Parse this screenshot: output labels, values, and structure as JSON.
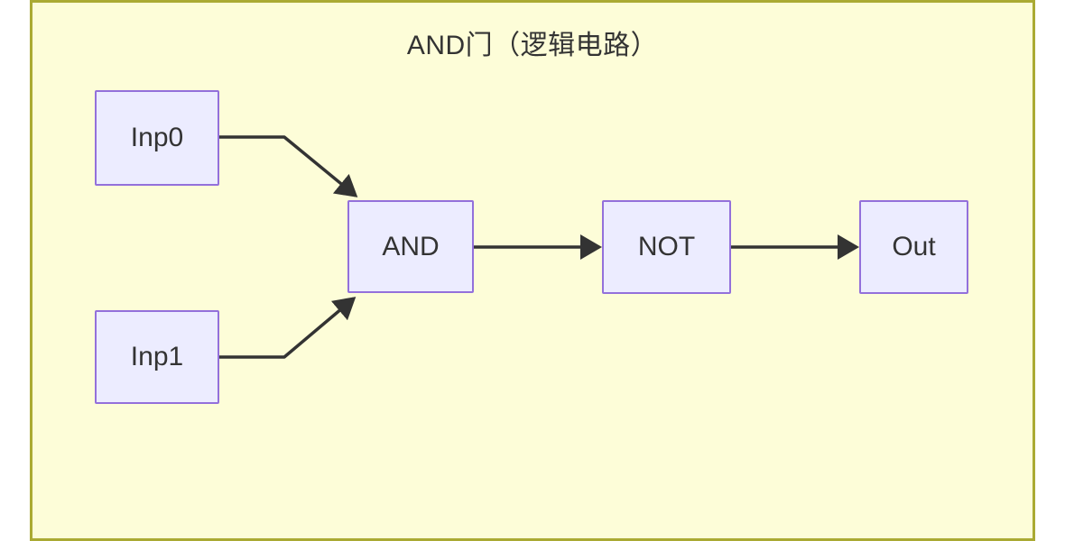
{
  "diagram": {
    "title": "AND门（逻辑电路）",
    "type": "flowchart-left-to-right",
    "nodes": [
      {
        "id": "inp0",
        "label": "Inp0"
      },
      {
        "id": "inp1",
        "label": "Inp1"
      },
      {
        "id": "and",
        "label": "AND"
      },
      {
        "id": "not",
        "label": "NOT"
      },
      {
        "id": "out",
        "label": "Out"
      }
    ],
    "edges": [
      {
        "from": "Inp0",
        "to": "AND"
      },
      {
        "from": "Inp1",
        "to": "AND"
      },
      {
        "from": "AND",
        "to": "NOT"
      },
      {
        "from": "NOT",
        "to": "Out"
      }
    ],
    "colors": {
      "page_background": "#ffffff",
      "canvas_background": "#fdfdd8",
      "canvas_border": "#aaaa33",
      "node_fill": "#ececff",
      "node_border": "#9370db",
      "edge": "#333333",
      "text": "#333333"
    }
  }
}
